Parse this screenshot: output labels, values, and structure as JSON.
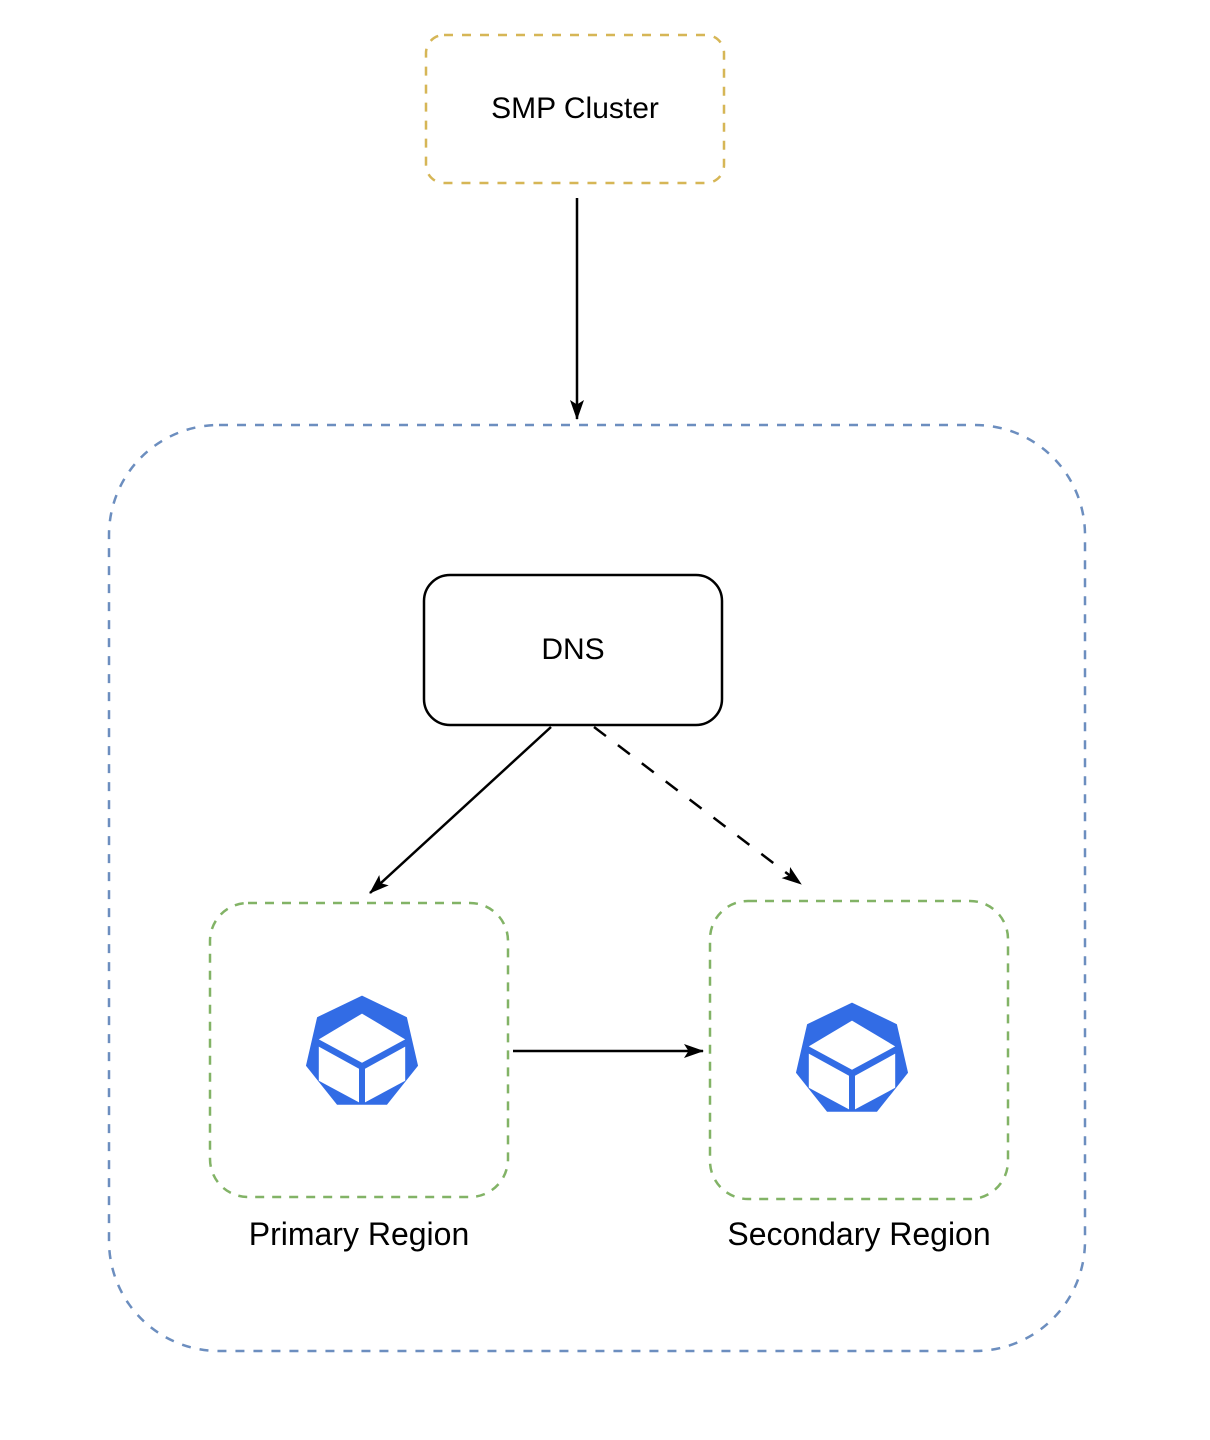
{
  "diagram": {
    "nodes": {
      "smp_cluster": {
        "label": "SMP Cluster"
      },
      "dns": {
        "label": "DNS"
      }
    },
    "regions": {
      "primary": {
        "label": "Primary Region",
        "icon": "kubernetes-cluster-icon"
      },
      "secondary": {
        "label": "Secondary Region",
        "icon": "kubernetes-cluster-icon"
      }
    },
    "connections": [
      {
        "from": "SMP Cluster",
        "to": "DNS zone",
        "style": "solid-arrow"
      },
      {
        "from": "DNS",
        "to": "Primary Region",
        "style": "solid-arrow"
      },
      {
        "from": "DNS",
        "to": "Secondary Region",
        "style": "dashed-arrow"
      },
      {
        "from": "Primary Region",
        "to": "Secondary Region",
        "style": "solid-arrow"
      }
    ],
    "colors": {
      "smp_border": "#d6b656",
      "zone_border": "#6c8ebf",
      "region_border": "#82b366",
      "dns_border": "#000000",
      "icon_blue": "#326ce5",
      "arrow": "#000000",
      "text": "#000000",
      "background": "#ffffff"
    }
  }
}
